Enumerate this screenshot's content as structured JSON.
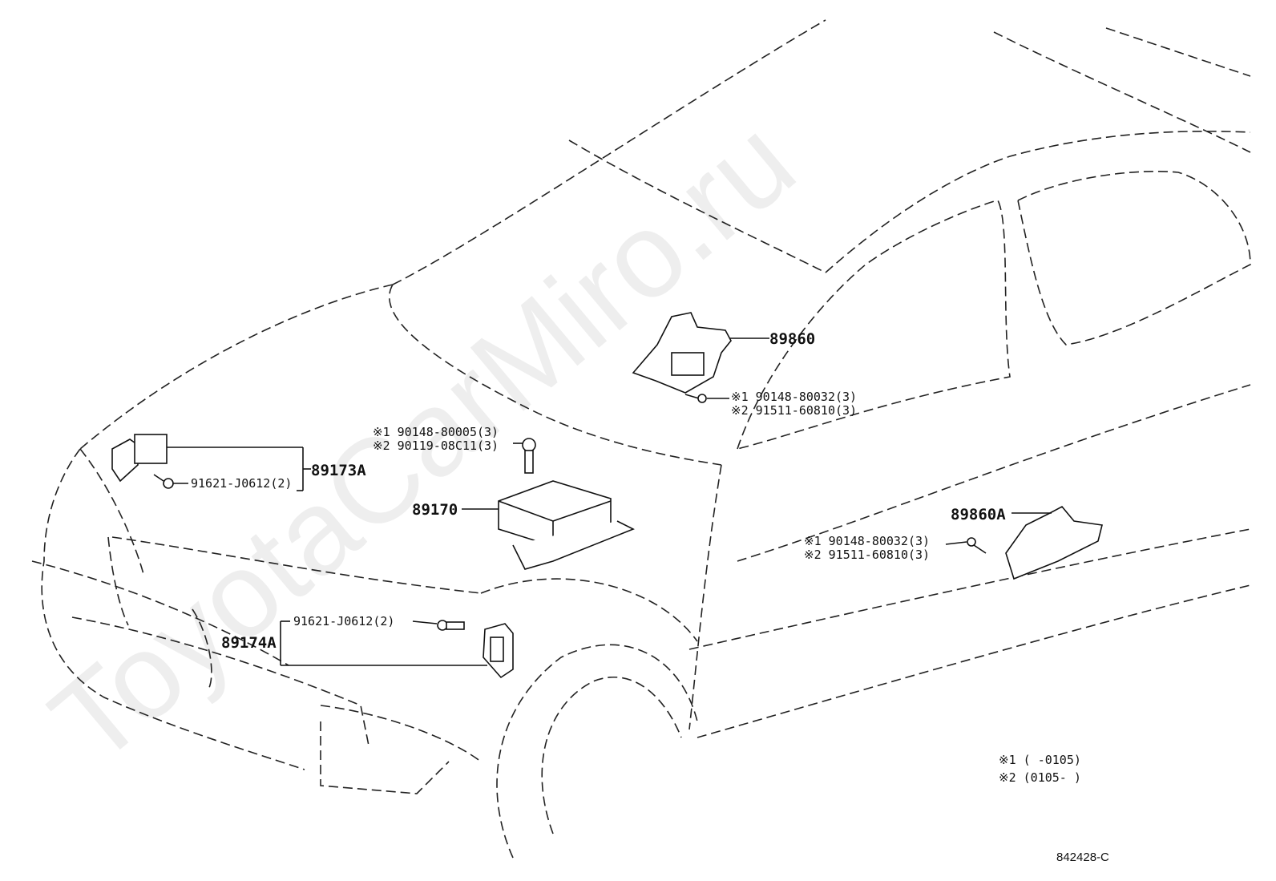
{
  "watermark": "ToyotaCarMiro.ru",
  "labels": {
    "p89860": "89860",
    "p89860_n1": "※1 90148-80032(3)",
    "p89860_n2": "※2 91511-60810(3)",
    "p89173A": "89173A",
    "p89173A_bolt": "91621-J0612(2)",
    "p89170": "89170",
    "p89170_n1": "※1  90148-80005(3)",
    "p89170_n2": "※2  90119-08C11(3)",
    "p89860A": "89860A",
    "p89860A_n1": "※1 90148-80032(3)",
    "p89860A_n2": "※2 91511-60810(3)",
    "p89174A": "89174A",
    "p89174A_bolt": "91621-J0612(2)"
  },
  "legend": {
    "note1": "※1 (      -0105)",
    "note2": "※2 (0105-      )"
  },
  "diagram_id": "842428-C"
}
